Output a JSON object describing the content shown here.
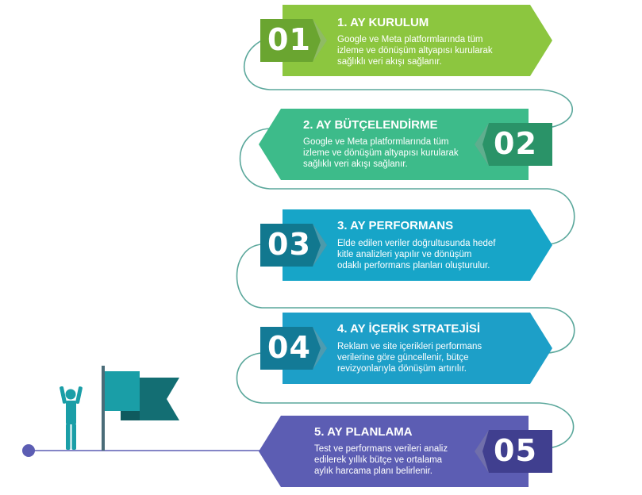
{
  "steps": [
    {
      "number": "01",
      "title": "1.   AY KURULUM",
      "body": [
        "Google ve Meta platformlarında tüm",
        "izleme ve dönüşüm altyapısı kurularak",
        "sağlıklı veri akışı sağlanır."
      ],
      "color": "#8cc63f",
      "badge_color": "#6aa530",
      "side": "left"
    },
    {
      "number": "02",
      "title": "2. AY BÜTÇELENDİRME",
      "body": [
        "Google ve Meta platformlarında tüm",
        "izleme ve dönüşüm altyapısı kurularak",
        "sağlıklı veri akışı sağlanır."
      ],
      "color": "#3dbb8a",
      "badge_color": "#2a9368",
      "side": "right"
    },
    {
      "number": "03",
      "title": "3. AY PERFORMANS",
      "body": [
        "Elde edilen veriler doğrultusunda hedef",
        "kitle analizleri yapılır ve dönüşüm",
        "odaklı performans planları oluşturulur."
      ],
      "color": "#17a5c8",
      "badge_color": "#11788f",
      "side": "left"
    },
    {
      "number": "04",
      "title": "4. AY İÇERİK STRATEJİSİ",
      "body": [
        "Reklam ve site içerikleri performans",
        "verilerine göre güncellenir, bütçe",
        "revizyonlarıyla dönüşüm artırılır."
      ],
      "color": "#1d9fc8",
      "badge_color": "#137a96",
      "side": "left"
    },
    {
      "number": "05",
      "title": "5. AY PLANLAMA",
      "body": [
        "Test ve performans verileri analiz",
        "edilerek yıllık bütçe ve ortalama",
        "aylık harcama planı belirlenir."
      ],
      "color": "#5c5db3",
      "badge_color": "#403f8f",
      "side": "right"
    }
  ],
  "colors": {
    "connector": "#5aa79b",
    "person": "#1a9ea7",
    "flag_front": "#1a9ea7",
    "flag_back": "#136e73",
    "flag_pole": "#4a6c78",
    "ground_dot": "#5c5db3"
  }
}
